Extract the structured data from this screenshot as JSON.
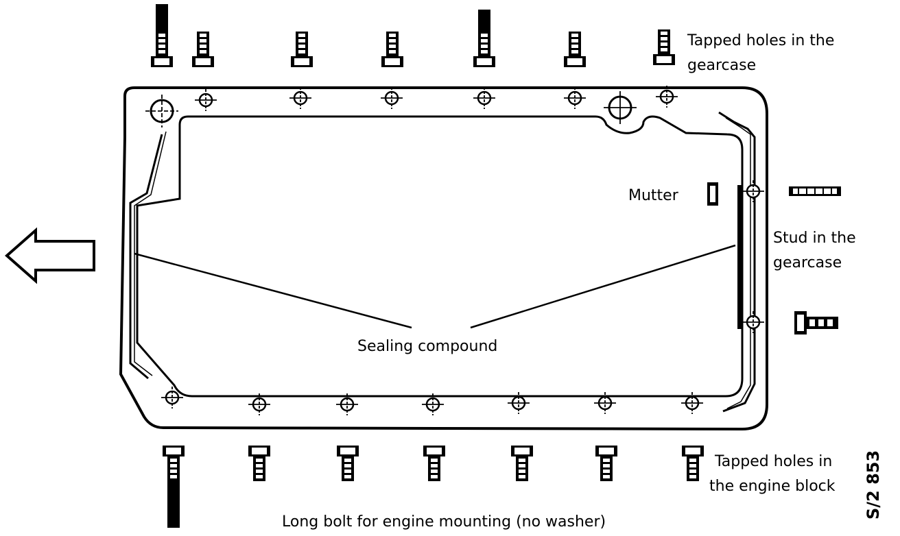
{
  "labels": {
    "tapped_gearcase": [
      "Tapped holes in the",
      "gearcase"
    ],
    "mutter": "Mutter",
    "stud": [
      "Stud in the",
      "gearcase"
    ],
    "sealing": "Sealing compound",
    "tapped_engine": [
      "Tapped holes in",
      "the engine block"
    ],
    "long_bolt": "Long bolt for engine mounting (no washer)",
    "figure_code": "S/2 853"
  },
  "icons": [
    "direction-arrow-icon",
    "bolt-icon",
    "nut-icon",
    "stud-icon",
    "bolt-hole-icon",
    "dowel-hole-icon"
  ]
}
